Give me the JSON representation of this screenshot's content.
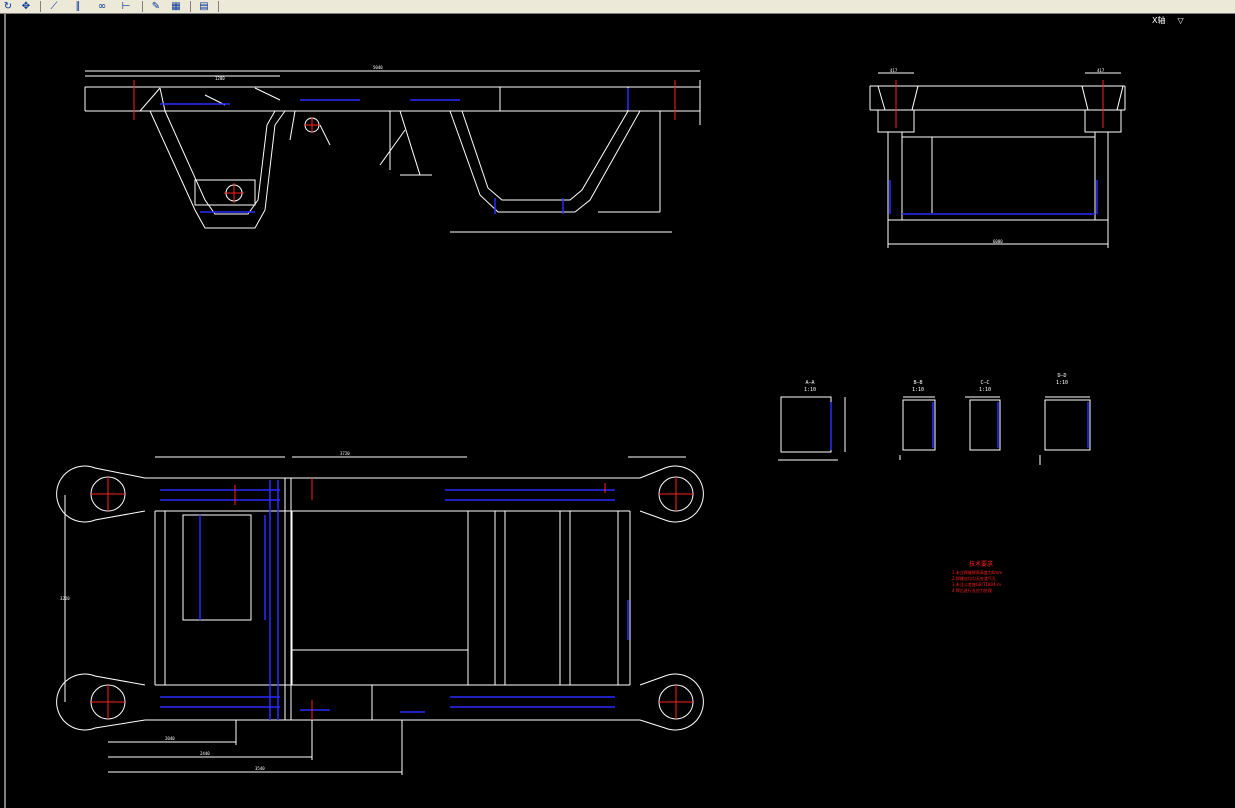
{
  "toolbar": {
    "buttons": [
      {
        "icon": "rotate-icon"
      },
      {
        "icon": "pan-icon"
      },
      {
        "icon": "line-tool-icon"
      },
      {
        "icon": "parallel-icon"
      },
      {
        "icon": "link-icon"
      },
      {
        "icon": "dimension-icon"
      },
      {
        "icon": "edit-pen-icon"
      },
      {
        "icon": "hatch-icon"
      },
      {
        "icon": "layer-icon"
      }
    ]
  },
  "ucs": {
    "label": "X轴",
    "arrow": "▽"
  },
  "colors": {
    "background": "#000000",
    "lines": "#ffffff",
    "hidden": "#2b2bff",
    "centerline": "#ff2020",
    "dimension": "#ffffff"
  },
  "sections": [
    {
      "name": "A—A",
      "scale": "1:10"
    },
    {
      "name": "B—B",
      "scale": "1:10"
    },
    {
      "name": "C—C",
      "scale": "1:10"
    },
    {
      "name": "D—D",
      "scale": "1:10"
    }
  ],
  "tech_notes": {
    "title": "技术要求",
    "items": [
      "1.未注焊缝焊角高度为6mm",
      "2.焊缝应均匀无夹渣气孔",
      "3.未注公差按GB/T1804-m",
      "4.焊后进行去应力处理"
    ]
  },
  "dims": {
    "top_total": "5040",
    "top_left": "1200",
    "side_width": "6000",
    "side_top_left": "417",
    "side_top_right": "417",
    "plan_top": "3720",
    "plan_left": "3220",
    "plan_bottom1": "2040",
    "plan_bottom2": "2440",
    "plan_bottom3": "3540"
  }
}
